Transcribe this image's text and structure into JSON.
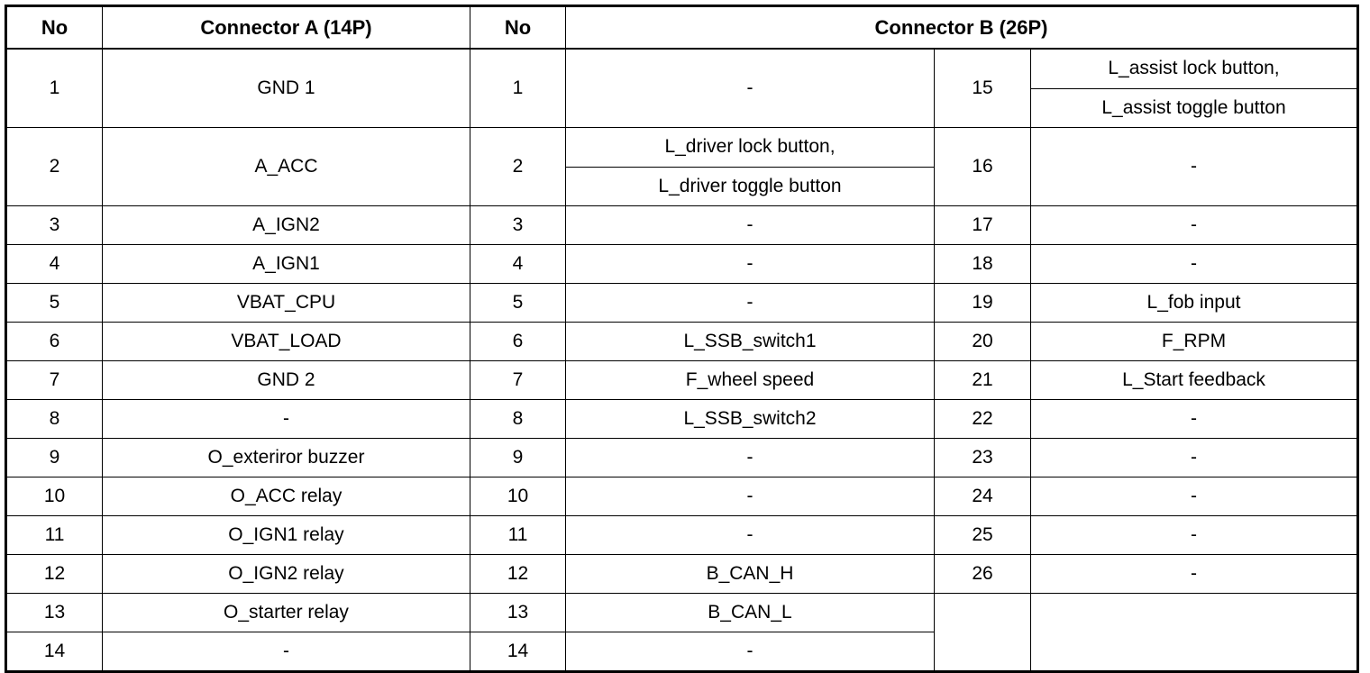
{
  "table": {
    "headers": {
      "no_a": "No",
      "connector_a": "Connector A (14P)",
      "no_b": "No",
      "connector_b": "Connector B (26P)"
    },
    "connector_a_rows": [
      {
        "no": "1",
        "signal": "GND 1"
      },
      {
        "no": "2",
        "signal": "A_ACC"
      },
      {
        "no": "3",
        "signal": "A_IGN2"
      },
      {
        "no": "4",
        "signal": "A_IGN1"
      },
      {
        "no": "5",
        "signal": "VBAT_CPU"
      },
      {
        "no": "6",
        "signal": "VBAT_LOAD"
      },
      {
        "no": "7",
        "signal": "GND 2"
      },
      {
        "no": "8",
        "signal": "-"
      },
      {
        "no": "9",
        "signal": "O_exteriror buzzer"
      },
      {
        "no": "10",
        "signal": "O_ACC relay"
      },
      {
        "no": "11",
        "signal": "O_IGN1 relay"
      },
      {
        "no": "12",
        "signal": "O_IGN2 relay"
      },
      {
        "no": "13",
        "signal": "O_starter relay"
      },
      {
        "no": "14",
        "signal": "-"
      }
    ],
    "connector_b_col1_rows": [
      {
        "no": "1",
        "signal": "-"
      },
      {
        "no": "2",
        "signal_top": "L_driver lock button,",
        "signal_bottom": "L_driver toggle button"
      },
      {
        "no": "3",
        "signal": "-"
      },
      {
        "no": "4",
        "signal": "-"
      },
      {
        "no": "5",
        "signal": "-"
      },
      {
        "no": "6",
        "signal": "L_SSB_switch1"
      },
      {
        "no": "7",
        "signal": "F_wheel speed"
      },
      {
        "no": "8",
        "signal": "L_SSB_switch2"
      },
      {
        "no": "9",
        "signal": "-"
      },
      {
        "no": "10",
        "signal": "-"
      },
      {
        "no": "11",
        "signal": "-"
      },
      {
        "no": "12",
        "signal": "B_CAN_H"
      },
      {
        "no": "13",
        "signal": "B_CAN_L"
      },
      {
        "no": "14",
        "signal": "-"
      }
    ],
    "connector_b_col2_rows": [
      {
        "no": "15",
        "signal_top": "L_assist lock button,",
        "signal_bottom": "L_assist toggle button"
      },
      {
        "no": "16",
        "signal": "-"
      },
      {
        "no": "17",
        "signal": "-"
      },
      {
        "no": "18",
        "signal": "-"
      },
      {
        "no": "19",
        "signal": "L_fob input"
      },
      {
        "no": "20",
        "signal": "F_RPM"
      },
      {
        "no": "21",
        "signal": "L_Start feedback"
      },
      {
        "no": "22",
        "signal": "-"
      },
      {
        "no": "23",
        "signal": "-"
      },
      {
        "no": "24",
        "signal": "-"
      },
      {
        "no": "25",
        "signal": "-"
      },
      {
        "no": "26",
        "signal": "-"
      }
    ]
  },
  "colors": {
    "border": "#000000",
    "text": "#000000",
    "background": "#ffffff"
  }
}
